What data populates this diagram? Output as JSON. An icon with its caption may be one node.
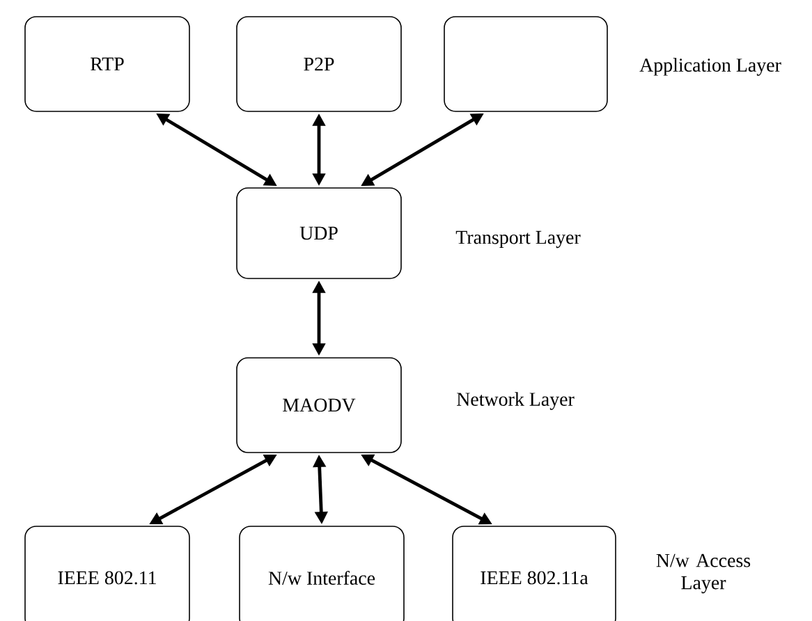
{
  "diagram": {
    "nodes": [
      {
        "text": [
          "RTP"
        ]
      },
      {
        "text": [
          "P2P"
        ]
      },
      {
        "text": [],
        "shape": "box"
      },
      {
        "text": [
          "UDP"
        ]
      },
      {
        "text": [
          "MAODV"
        ]
      },
      {
        "text": [
          "IEEE 802.11"
        ]
      },
      {
        "text": [
          "N/w Interface"
        ]
      },
      {
        "text": [
          "IEEE 802.11a"
        ]
      }
    ],
    "edges": [
      {
        "from": 0,
        "to": 3,
        "arrow": "both"
      },
      {
        "from": 1,
        "to": 3,
        "arrow": "both"
      },
      {
        "from": 2,
        "to": 3,
        "arrow": "both"
      },
      {
        "from": 3,
        "to": 4,
        "arrow": "both"
      },
      {
        "from": 4,
        "to": 5,
        "arrow": "both"
      },
      {
        "from": 4,
        "to": 6,
        "arrow": "both"
      },
      {
        "from": 4,
        "to": 7,
        "arrow": "both"
      }
    ],
    "labels": [
      "Application Layer",
      "Transport Layer",
      "Network Layer",
      "N/w Access Layer"
    ]
  }
}
